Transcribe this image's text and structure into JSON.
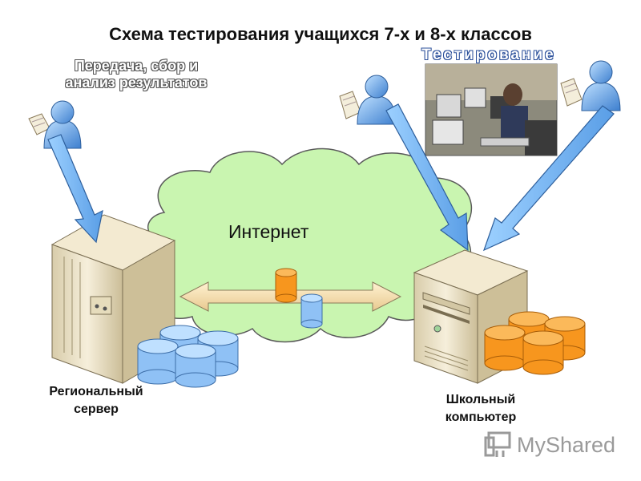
{
  "title": "Схема тестирования учащихся 7-х и 8-х классов",
  "labels": {
    "transfer": "Передача, сбор и анализ результатов",
    "testing": "Тестирование",
    "internet": "Интернет",
    "regional_server": "Региональный сервер",
    "school_computer": "Школьный компьютер"
  },
  "watermark": "MyShared",
  "colors": {
    "cloud": "#c9f5b0",
    "cloud_stroke": "#5a5a5a",
    "arrow_blue": "#7fb8ee",
    "arrow_tan": "#f5deb0",
    "db_blue": "#8fc1f5",
    "db_orange": "#f7961e",
    "server_beige": "#ede2c2"
  },
  "icons": [
    "user-icon",
    "document-icon",
    "database-icon",
    "server-icon",
    "computer-tower-icon",
    "photo-classroom",
    "myshared-logo-icon"
  ]
}
